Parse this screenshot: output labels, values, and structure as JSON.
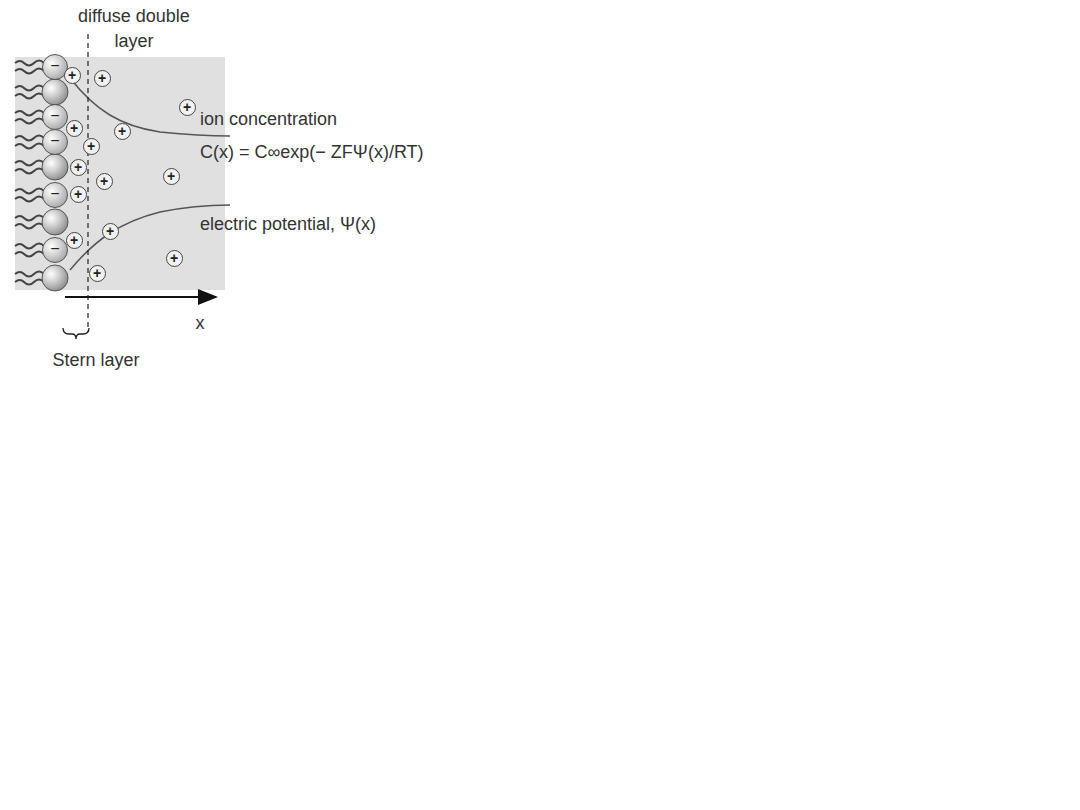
{
  "diagram": {
    "nodes": [
      {
        "text": [
          "−"
        ]
      },
      {
        "text": [
          "+"
        ]
      },
      {
        "text": [
          "+"
        ]
      },
      {
        "text": [
          "+"
        ]
      },
      {
        "text": [
          "−"
        ]
      },
      {
        "text": [
          "+"
        ]
      },
      {
        "text": [
          "+"
        ]
      },
      {
        "text": [
          "−"
        ]
      },
      {
        "text": [
          "+"
        ]
      },
      {
        "text": [
          "+"
        ]
      },
      {
        "text": [
          "+"
        ]
      },
      {
        "text": [
          "+"
        ]
      },
      {
        "text": [
          "−"
        ]
      },
      {
        "text": [
          "+"
        ]
      },
      {
        "text": [
          "+"
        ]
      },
      {
        "text": [
          "+"
        ]
      },
      {
        "text": [
          "−"
        ]
      },
      {
        "text": [
          "+"
        ]
      },
      {
        "text": [
          "+"
        ]
      }
    ],
    "labels": [
      "diffuse double layer",
      "ion concentration",
      "C(x) = C∞exp(− ZFΨ(x)/RT)",
      "electric potential, Ψ(x)",
      "x",
      "Stern layer"
    ]
  }
}
